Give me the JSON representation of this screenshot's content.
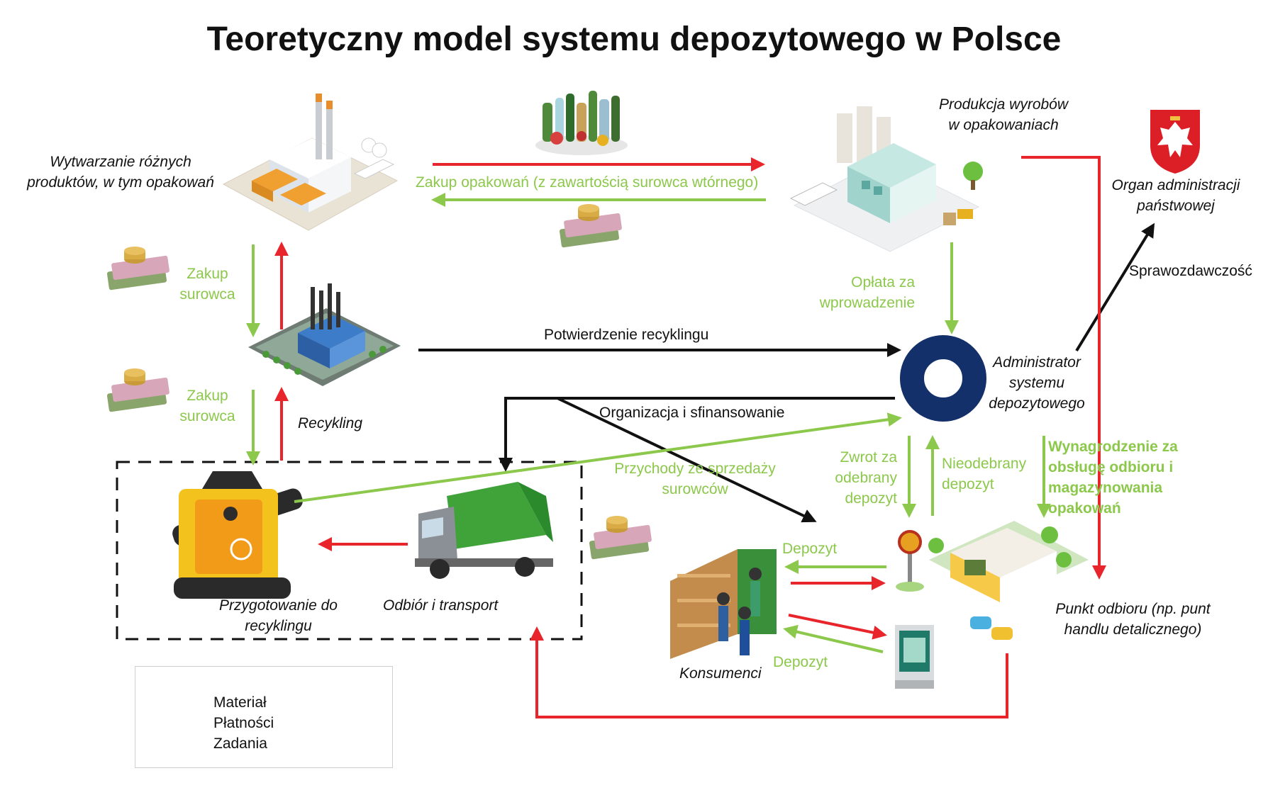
{
  "title": "Teoretyczny model systemu depozytowego w Polsce",
  "colors": {
    "material": "#e8252b",
    "payments": "#8cc84b",
    "tasks": "#111111",
    "admin_blue": "#14306b"
  },
  "nodes": {
    "production": [
      "Wytwarzanie różnych",
      "produktów, w tym opakowań"
    ],
    "packaged_goods": [
      "Produkcja wyrobów",
      "w opakowaniach"
    ],
    "state_authority": [
      "Organ administracji",
      "państwowej"
    ],
    "recycling": "Recykling",
    "deposit_admin": [
      "Administrator",
      "systemu",
      "depozytowego"
    ],
    "preparation": [
      "Przygotowanie do",
      "recyklingu"
    ],
    "collection_transport": "Odbiór i transport",
    "consumers": "Konsumenci",
    "collection_point": [
      "Punkt odbioru (np. punt",
      "handlu detalicznego)"
    ]
  },
  "flows": {
    "packaging_purchase": "Zakup opakowań (z zawartością surowca wtórnego)",
    "raw_purchase_1": [
      "Zakup",
      "surowca"
    ],
    "raw_purchase_2": [
      "Zakup",
      "surowca"
    ],
    "entry_fee": [
      "Opłata za",
      "wprowadzenie"
    ],
    "reporting": "Sprawozdawczość",
    "recycling_confirmation": "Potwierdzenie recyklingu",
    "organization_financing": "Organizacja i sfinansowanie",
    "raw_sales_revenue": [
      "Przychody ze sprzedaży",
      "surowców"
    ],
    "deposit_refund": [
      "Zwrot za",
      "odebrany",
      "depozyt"
    ],
    "unclaimed_deposit": [
      "Nieodebrany",
      "depozyt"
    ],
    "handling_fee": [
      "Wynagrodzenie za",
      "obsługę odbioru i",
      "magazynowania",
      "opakowań"
    ],
    "deposit_1": "Depozyt",
    "deposit_2": "Depozyt"
  },
  "legend": [
    {
      "label": "Materiał",
      "color": "#e8252b"
    },
    {
      "label": "Płatności",
      "color": "#8cc84b"
    },
    {
      "label": "Zadania",
      "color": "#111111"
    }
  ]
}
